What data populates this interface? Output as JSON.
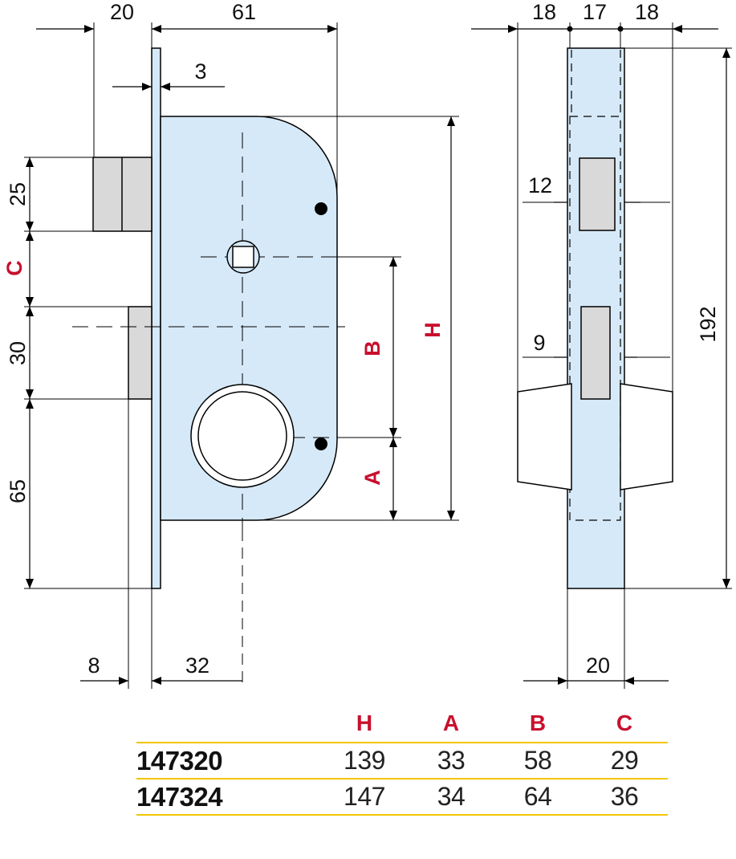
{
  "front_view": {
    "dimensions": {
      "top_left": "20",
      "top_right": "61",
      "faceplate": "3",
      "upper_bolt": "25",
      "lower_bolt": "30",
      "bottom": "65",
      "backset_left": "8",
      "backset_right": "32"
    },
    "labels": {
      "c": "C",
      "b": "B",
      "a": "A",
      "h": "H"
    }
  },
  "side_view": {
    "dimensions": {
      "left": "18",
      "middle": "17",
      "right": "18",
      "upper_slot": "12",
      "lower_slot": "9",
      "height": "192",
      "width": "20"
    }
  },
  "table": {
    "headers": [
      "H",
      "A",
      "B",
      "C"
    ],
    "rows": [
      {
        "code": "147320",
        "h": "139",
        "a": "33",
        "b": "58",
        "c": "29"
      },
      {
        "code": "147324",
        "h": "147",
        "a": "34",
        "b": "64",
        "c": "36"
      }
    ]
  },
  "colors": {
    "body_fill": "#d6e9f8",
    "bolt_fill": "#d9d9d9",
    "label_red": "#c8102e",
    "table_rule": "#f2c500"
  }
}
